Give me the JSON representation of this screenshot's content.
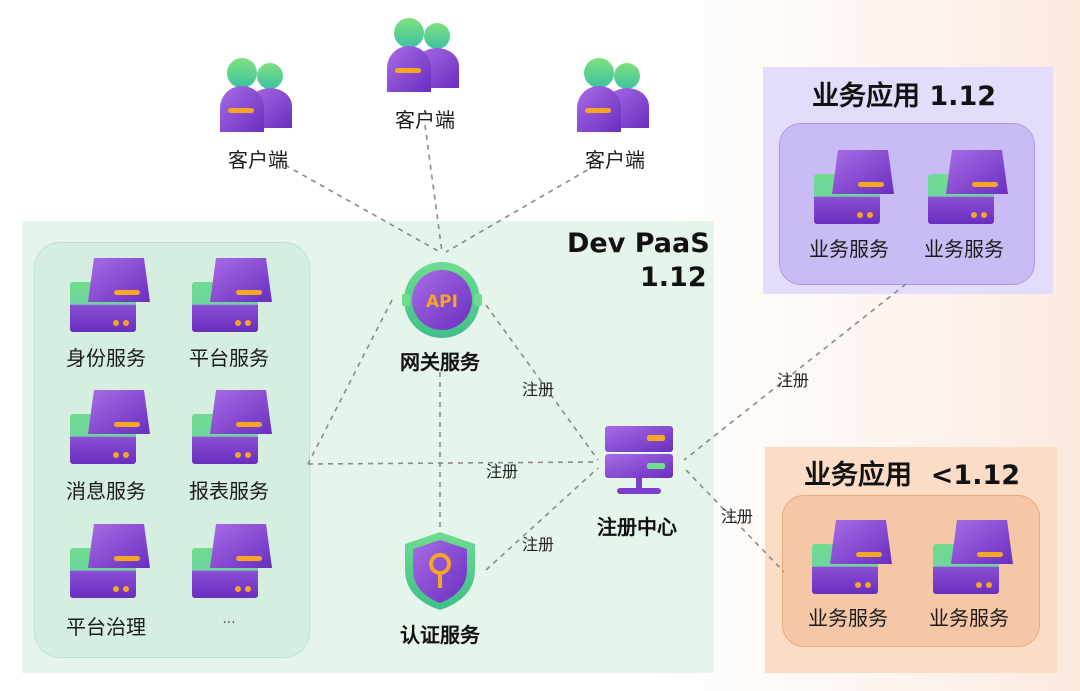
{
  "paas": {
    "title_line1": "Dev PaaS",
    "title_line2": "1.12"
  },
  "clients": [
    "客户端",
    "客户端",
    "客户端"
  ],
  "gateway": {
    "badge": "API",
    "label": "网关服务"
  },
  "registry": {
    "label": "注册中心"
  },
  "auth": {
    "label": "认证服务"
  },
  "platform_services": [
    "身份服务",
    "平台服务",
    "消息服务",
    "报表服务",
    "平台治理",
    "..."
  ],
  "app1": {
    "title": "业务应用 1.12",
    "services": [
      "业务服务",
      "业务服务"
    ]
  },
  "app2": {
    "title": "业务应用  <1.12",
    "services": [
      "业务服务",
      "业务服务"
    ]
  },
  "edges": {
    "register_label": "注册"
  },
  "colors": {
    "server_purple": "#8d4fd6",
    "server_green": "#5fd37a",
    "accent_orange": "#f5a623"
  }
}
